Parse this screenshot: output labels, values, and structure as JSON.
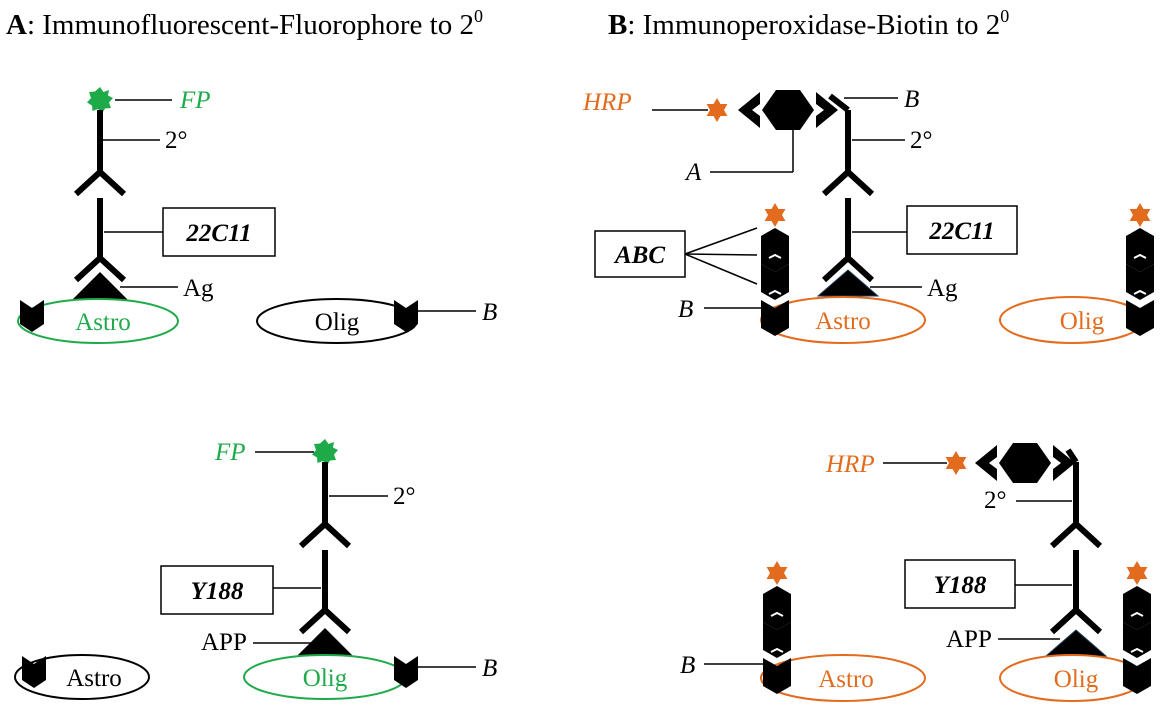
{
  "panels": {
    "a": {
      "letter": "A",
      "title": ": Immunofluorescent-Fluorophore to 2",
      "title_sup": "0",
      "top": {
        "fp": "FP",
        "secondary": "2°",
        "primary": "22C11",
        "antigen": "Ag",
        "cell_labeled": "Astro",
        "cell_unlabeled": "Olig",
        "biotin": "B"
      },
      "bottom": {
        "fp": "FP",
        "secondary": "2°",
        "primary": "Y188",
        "antigen": "APP",
        "cell_unlabeled": "Astro",
        "cell_labeled": "Olig",
        "biotin": "B"
      }
    },
    "b": {
      "letter": "B",
      "title": ": Immunoperoxidase-Biotin to 2",
      "title_sup": "0",
      "top": {
        "hrp": "HRP",
        "biotin_top": "B",
        "avidin": "A",
        "secondary": "2°",
        "complex": "ABC",
        "primary": "22C11",
        "antigen": "Ag",
        "biotin": "B",
        "cell_labeled": "Astro",
        "cell_unlabeled": "Olig"
      },
      "bottom": {
        "hrp": "HRP",
        "secondary": "2°",
        "primary": "Y188",
        "antigen": "APP",
        "biotin": "B",
        "cell_unlabeled": "Astro",
        "cell_labeled": "Olig"
      }
    }
  },
  "colors": {
    "fluorophore": "#1faa4a",
    "peroxidase": "#e26b1d",
    "ink": "#000000"
  }
}
